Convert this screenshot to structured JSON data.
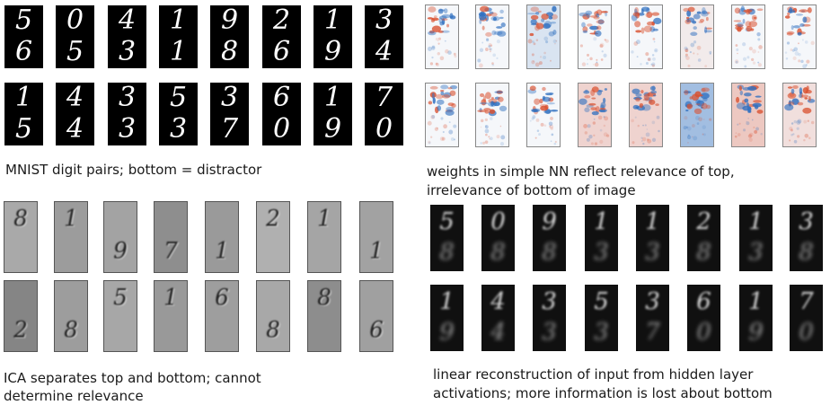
{
  "mnist": {
    "caption": "MNIST digit pairs; bottom = distractor",
    "rows": [
      [
        [
          "5",
          "6"
        ],
        [
          "0",
          "5"
        ],
        [
          "4",
          "3"
        ],
        [
          "1",
          "1"
        ],
        [
          "9",
          "8"
        ],
        [
          "2",
          "6"
        ],
        [
          "1",
          "9"
        ],
        [
          "3",
          "4"
        ]
      ],
      [
        [
          "1",
          "5"
        ],
        [
          "4",
          "4"
        ],
        [
          "3",
          "3"
        ],
        [
          "5",
          "3"
        ],
        [
          "3",
          "7"
        ],
        [
          "6",
          "0"
        ],
        [
          "1",
          "9"
        ],
        [
          "7",
          "0"
        ]
      ]
    ]
  },
  "weights": {
    "caption_lines": [
      "weights in simple NN reflect relevance of top,",
      "irrelevance of bottom of image"
    ],
    "colors": {
      "positive": "#d9502f",
      "negative": "#2f6fbf",
      "neutral": "#f5f7fa"
    },
    "tile_bias": [
      [
        0.0,
        0.0,
        -0.2,
        0.0,
        0.0,
        0.1,
        0.0,
        0.0
      ],
      [
        0.0,
        0.0,
        0.0,
        0.3,
        0.3,
        -0.6,
        0.4,
        0.2
      ]
    ]
  },
  "ica": {
    "caption_lines": [
      "ICA separates top and bottom; cannot",
      "determine relevance"
    ],
    "glyph_rows": [
      [
        [
          "8",
          "top"
        ],
        [
          "1",
          "top"
        ],
        [
          "9",
          "bottom"
        ],
        [
          "7",
          "bottom"
        ],
        [
          "1",
          "bottom"
        ],
        [
          "2",
          "top"
        ],
        [
          "1",
          "top"
        ],
        [
          "1",
          "bottom"
        ]
      ],
      [
        [
          "2",
          "bottom"
        ],
        [
          "8",
          "bottom"
        ],
        [
          "5",
          "top"
        ],
        [
          "1",
          "top"
        ],
        [
          "6",
          "top"
        ],
        [
          "8",
          "bottom"
        ],
        [
          "8",
          "top"
        ],
        [
          "6",
          "bottom"
        ]
      ]
    ],
    "backgrounds": [
      [
        "#a9a9a9",
        "#9c9c9c",
        "#a3a3a3",
        "#8e8e8e",
        "#9a9a9a",
        "#b0b0b0",
        "#a5a5a5",
        "#a2a2a2"
      ],
      [
        "#858585",
        "#9d9d9d",
        "#a7a7a7",
        "#999999",
        "#9e9e9e",
        "#a8a8a8",
        "#8d8d8d",
        "#a0a0a0"
      ]
    ]
  },
  "recon": {
    "caption_lines": [
      "linear reconstruction of input from hidden layer",
      "activations; more information is lost about bottom"
    ],
    "rows": [
      [
        [
          "5",
          "8"
        ],
        [
          "0",
          "8"
        ],
        [
          "9",
          "8"
        ],
        [
          "1",
          "3"
        ],
        [
          "1",
          "3"
        ],
        [
          "2",
          "8"
        ],
        [
          "1",
          "3"
        ],
        [
          "3",
          "8"
        ]
      ],
      [
        [
          "1",
          "9"
        ],
        [
          "4",
          "4"
        ],
        [
          "3",
          "3"
        ],
        [
          "5",
          "3"
        ],
        [
          "3",
          "7"
        ],
        [
          "6",
          "0"
        ],
        [
          "1",
          "9"
        ],
        [
          "7",
          "0"
        ]
      ]
    ]
  }
}
